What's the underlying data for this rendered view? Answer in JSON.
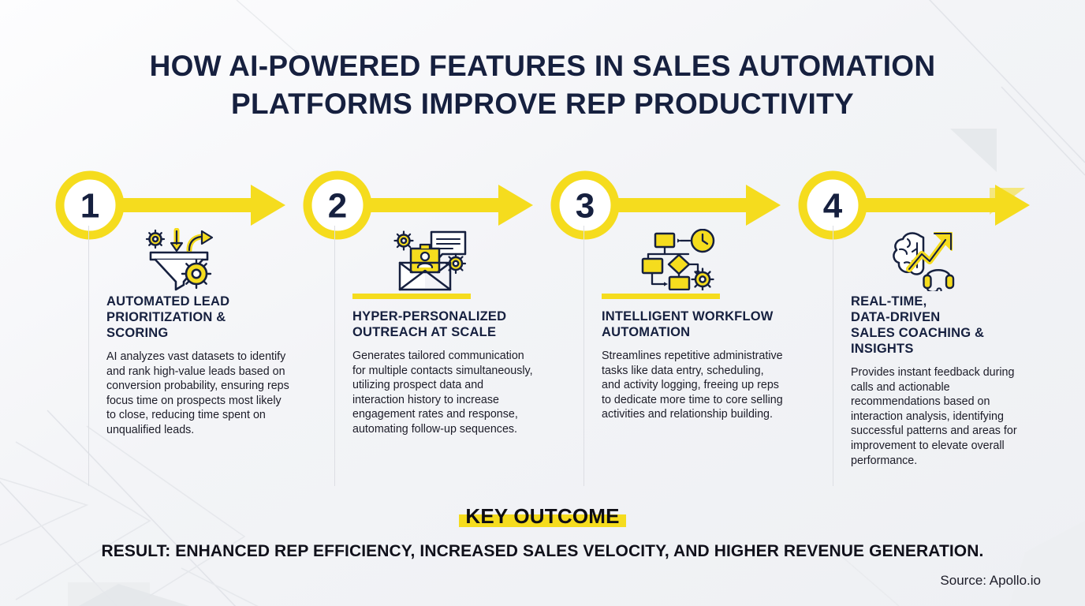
{
  "theme": {
    "yellow": "#F5DC1E",
    "navy": "#16203f",
    "ink": "#1c1c28",
    "background": "#f4f5f7",
    "divider": "#dcdee3"
  },
  "title": {
    "line1": "HOW AI-POWERED FEATURES IN SALES AUTOMATION",
    "line2": "PLATFORMS IMPROVE REP PRODUCTIVITY"
  },
  "steps": [
    {
      "number": "1",
      "icon": "lead-funnel-gears-icon",
      "show_accent_bar": false,
      "heading": "AUTOMATED LEAD\nPRIORITIZATION &\nSCORING",
      "body": "AI analyzes vast datasets to identify and rank high-value leads based on conversion probability, ensuring reps focus time on prospects most likely to close, reducing time spent on unqualified leads."
    },
    {
      "number": "2",
      "icon": "personalized-email-outreach-icon",
      "show_accent_bar": true,
      "heading": "HYPER-PERSONALIZED\nOUTREACH AT SCALE",
      "body": "Generates tailored communication for multiple contacts simultaneously, utilizing prospect data and interaction history to increase engagement rates and response, automating follow-up sequences."
    },
    {
      "number": "3",
      "icon": "workflow-flowchart-clock-gear-icon",
      "show_accent_bar": true,
      "heading": "INTELLIGENT WORKFLOW\nAUTOMATION",
      "body": "Streamlines repetitive administrative tasks like data entry, scheduling, and activity logging, freeing up reps to dedicate more time to core selling activities and relationship building."
    },
    {
      "number": "4",
      "icon": "brain-growth-arrow-headset-icon",
      "show_accent_bar": false,
      "heading": "REAL-TIME,\nDATA-DRIVEN\nSALES COACHING &\nINSIGHTS",
      "body": "Provides instant feedback during calls and actionable recommendations based on interaction analysis, identifying successful patterns and areas for improvement to elevate overall performance."
    }
  ],
  "footer": {
    "key_outcome_label": "KEY OUTCOME",
    "result_text": "RESULT: ENHANCED REP EFFICIENCY, INCREASED SALES VELOCITY, AND HIGHER REVENUE GENERATION.",
    "source": "Source: Apollo.io"
  }
}
